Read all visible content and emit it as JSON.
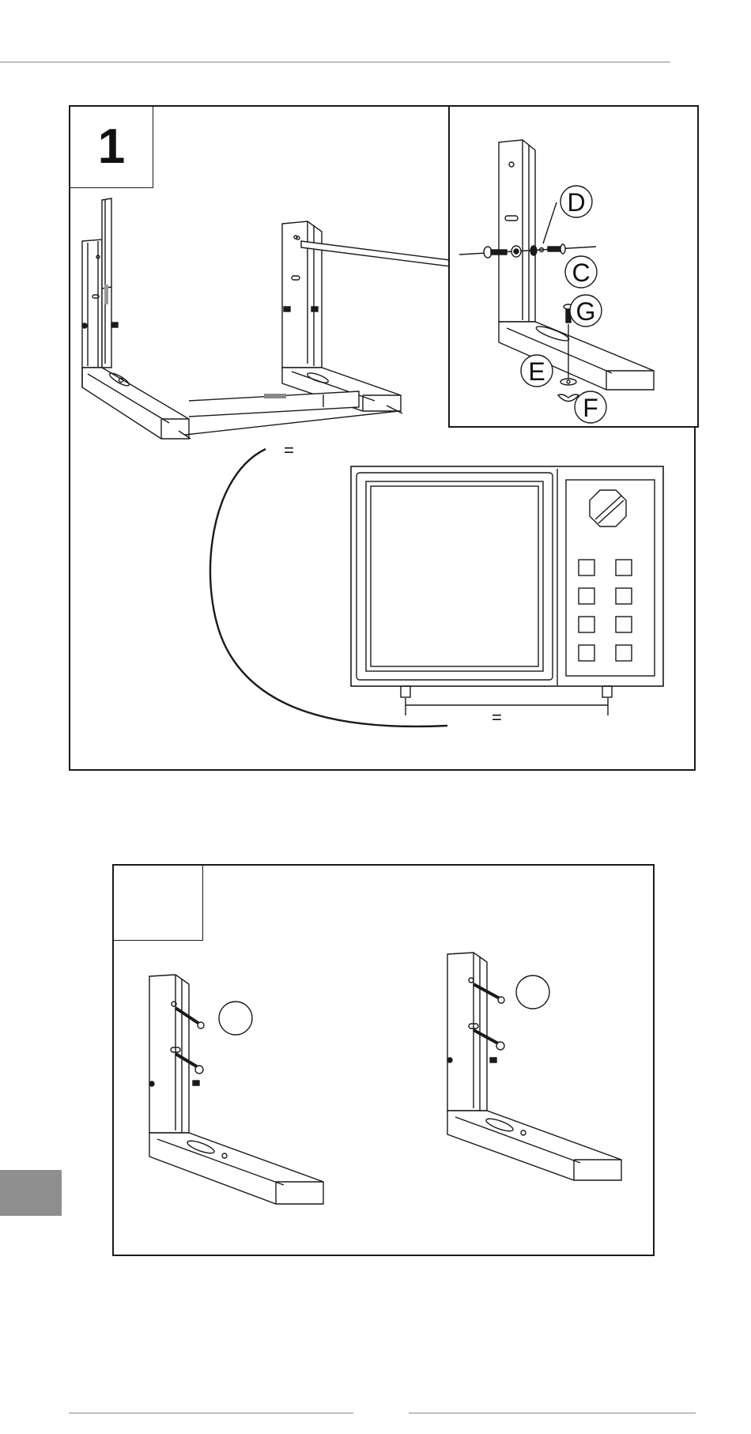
{
  "step1": {
    "number": "1"
  },
  "step2": {
    "number": ""
  },
  "callouts": {
    "D": "D",
    "C": "C",
    "G": "G",
    "E": "E",
    "F": "F"
  },
  "equal_marks": {
    "top": "=",
    "bottom": "="
  },
  "colors": {
    "line": "#1a1a1a",
    "side_tab": "#8e8e8e",
    "rule": "#888888"
  },
  "icons": {
    "bracket": "l-shaped-wall-bracket-icon",
    "rod": "spacer-rod-icon",
    "microwave": "microwave-oven-icon"
  }
}
